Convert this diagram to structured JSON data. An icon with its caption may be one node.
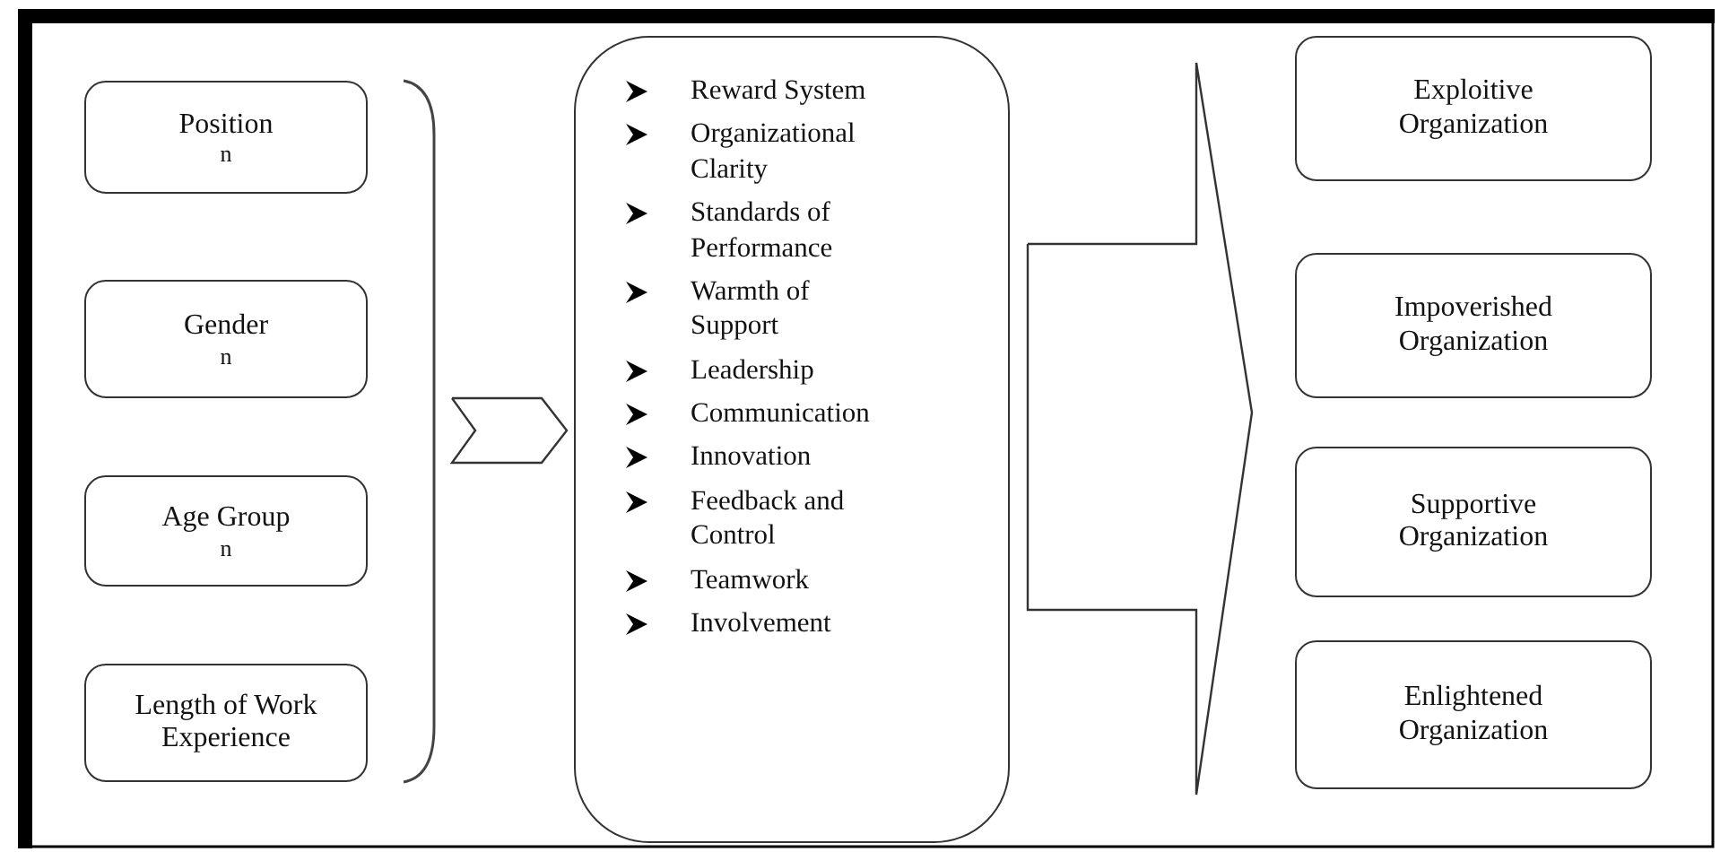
{
  "diagram": {
    "nodes": [
      {
        "text": [
          "Position",
          "n"
        ]
      },
      {
        "text": [
          "Gender",
          "n"
        ]
      },
      {
        "text": [
          "Age Group",
          "n"
        ]
      },
      {
        "text": [
          "Length of Work Experience"
        ]
      },
      {
        "text": [
          "Reward System",
          "Organizational Clarity",
          "Standards of Performance",
          "Warmth of Support",
          "Leadership",
          "Communication",
          "Innovation",
          "Feedback and Control",
          "Teamwork",
          "Involvement"
        ]
      },
      {
        "text": [
          "Exploitive Organization"
        ]
      },
      {
        "text": [
          "Impoverished Organization"
        ]
      },
      {
        "text": [
          "Supportive Organization"
        ]
      },
      {
        "text": [
          "Enlightened Organization"
        ]
      }
    ],
    "edges": [
      {
        "from": null,
        "to": 4,
        "arrow": "to"
      },
      {
        "from": 4,
        "to": 5,
        "arrow": "to"
      },
      {
        "from": 4,
        "to": 6,
        "arrow": "to"
      },
      {
        "from": 4,
        "to": 7,
        "arrow": "to"
      },
      {
        "from": 4,
        "to": 8,
        "arrow": "to"
      }
    ]
  }
}
